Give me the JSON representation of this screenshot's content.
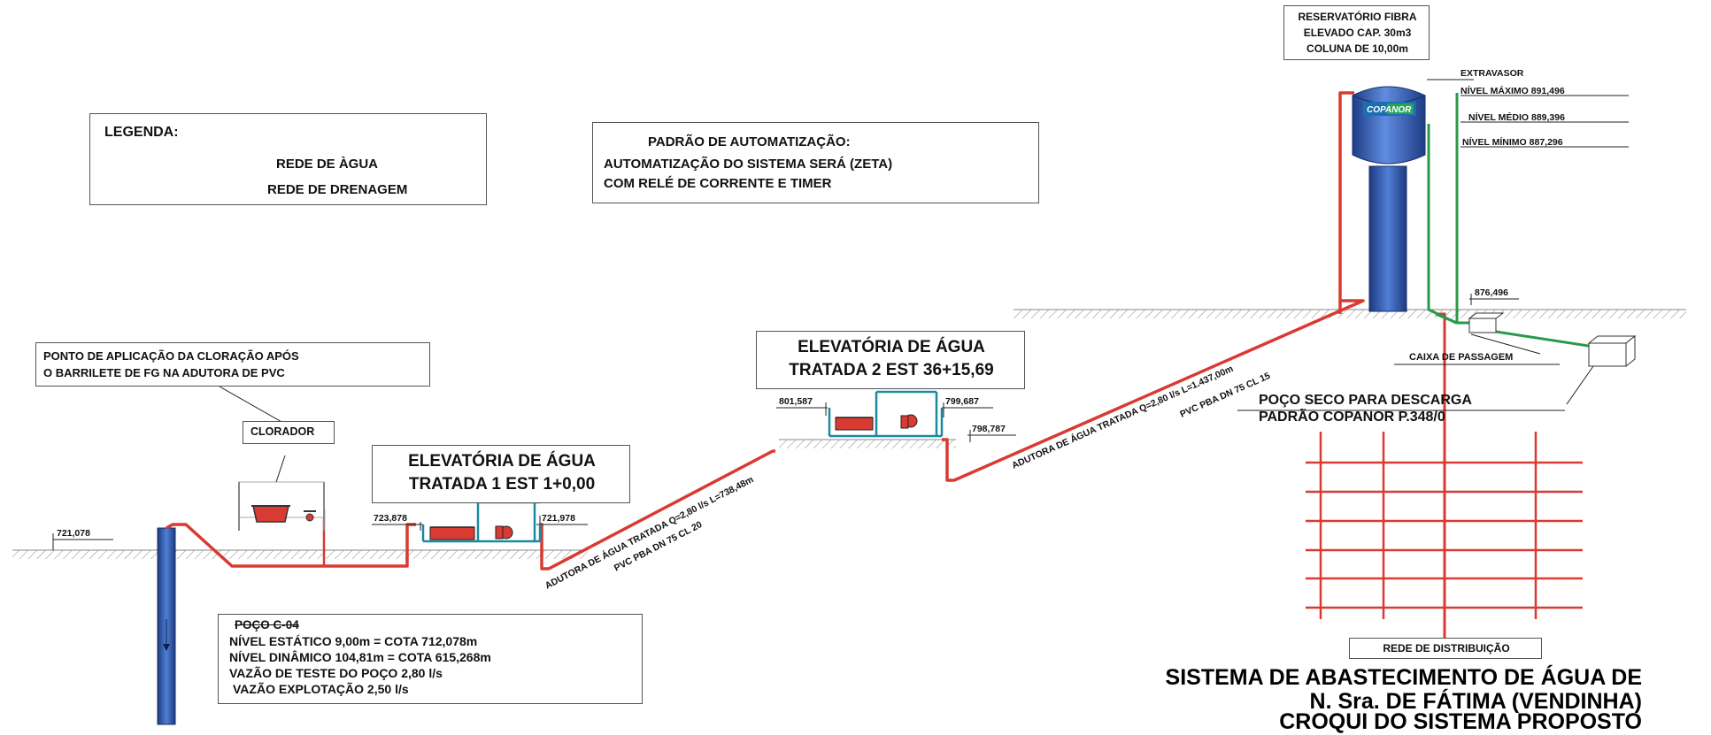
{
  "legend": {
    "title": "LEGENDA:",
    "items": [
      {
        "label": "REDE DE ÀGUA",
        "color": "#d93a32"
      },
      {
        "label": "REDE DE DRENAGEM",
        "color": "#2a9a4a"
      }
    ]
  },
  "automation": {
    "title": "PADRÃO DE AUTOMATIZAÇÃO:",
    "line1": "AUTOMATIZAÇÃO DO SISTEMA SERÁ (ZETA)",
    "line2": "COM RELÉ DE CORRENTE E TIMER"
  },
  "chlorination": {
    "line1": "PONTO DE APLICAÇÃO DA CLORAÇÃO APÓS",
    "line2": "O BARRILETE DE FG NA ADUTORA DE PVC"
  },
  "clorador": "CLORADOR",
  "station1": {
    "line1": "ELEVATÓRIA DE ÁGUA",
    "line2": "TRATADA 1 EST 1+0,00"
  },
  "station2": {
    "line1": "ELEVATÓRIA DE ÁGUA",
    "line2": "TRATADA 2 EST 36+15,69"
  },
  "reservoir": {
    "line1": "RESERVATÓRIO FIBRA",
    "line2": "ELEVADO CAP. 30m3",
    "line3": "COLUNA DE 10,00m",
    "logo": "COPANOR"
  },
  "levels": {
    "extravasor": "EXTRAVASOR",
    "max": "NÍVEL MÁXIMO 891,496",
    "mid": "NÍVEL MÉDIO 889,396",
    "min": "NÍVEL MÍNIMO 887,296"
  },
  "elevations": {
    "e1": "721,078",
    "e2": "723,878",
    "e3": "721,978",
    "e4": "801,587",
    "e5": "799,687",
    "e6": "798,787",
    "e7": "876,496"
  },
  "pipes": {
    "pipe1_line1": "ADUTORA DE ÁGUA TRATADA Q=2,80 l/s L=738,48m",
    "pipe1_line2": "PVC PBA DN 75 CL 20",
    "pipe2_line1": "ADUTORA DE ÁGUA TRATADA Q=2,80 l/s L=1.437,00m",
    "pipe2_line2": "PVC PBA DN 75 CL 15"
  },
  "well": {
    "title": "POÇO C-04",
    "line1": "NÍVEL ESTÁTICO 9,00m = COTA 712,078m",
    "line2": "NÍVEL DINÂMICO 104,81m = COTA 615,268m",
    "line3": "VAZÃO DE TESTE DO POÇO 2,80  l/s",
    "line4": "VAZÃO EXPLOTAÇÃO 2,50 l/s"
  },
  "caixa": "CAIXA DE PASSAGEM",
  "poco_seco": {
    "line1": "POÇO SECO PARA DESCARGA",
    "line2": "PADRÃO COPANOR P.348/0"
  },
  "rede_distribuicao": "REDE DE DISTRIBUIÇÃO",
  "title": {
    "line1": "SISTEMA DE ABASTECIMENTO DE ÁGUA DE",
    "line2": "N. Sra. DE FÁTIMA (VENDINHA)",
    "line3": "CROQUI DO SISTEMA PROPOSTO"
  },
  "colors": {
    "water": "#d93a32",
    "drain": "#2a9a4a",
    "equipment": "#1a8aa0",
    "tank": "#2a4fa0",
    "ground": "#888888"
  }
}
